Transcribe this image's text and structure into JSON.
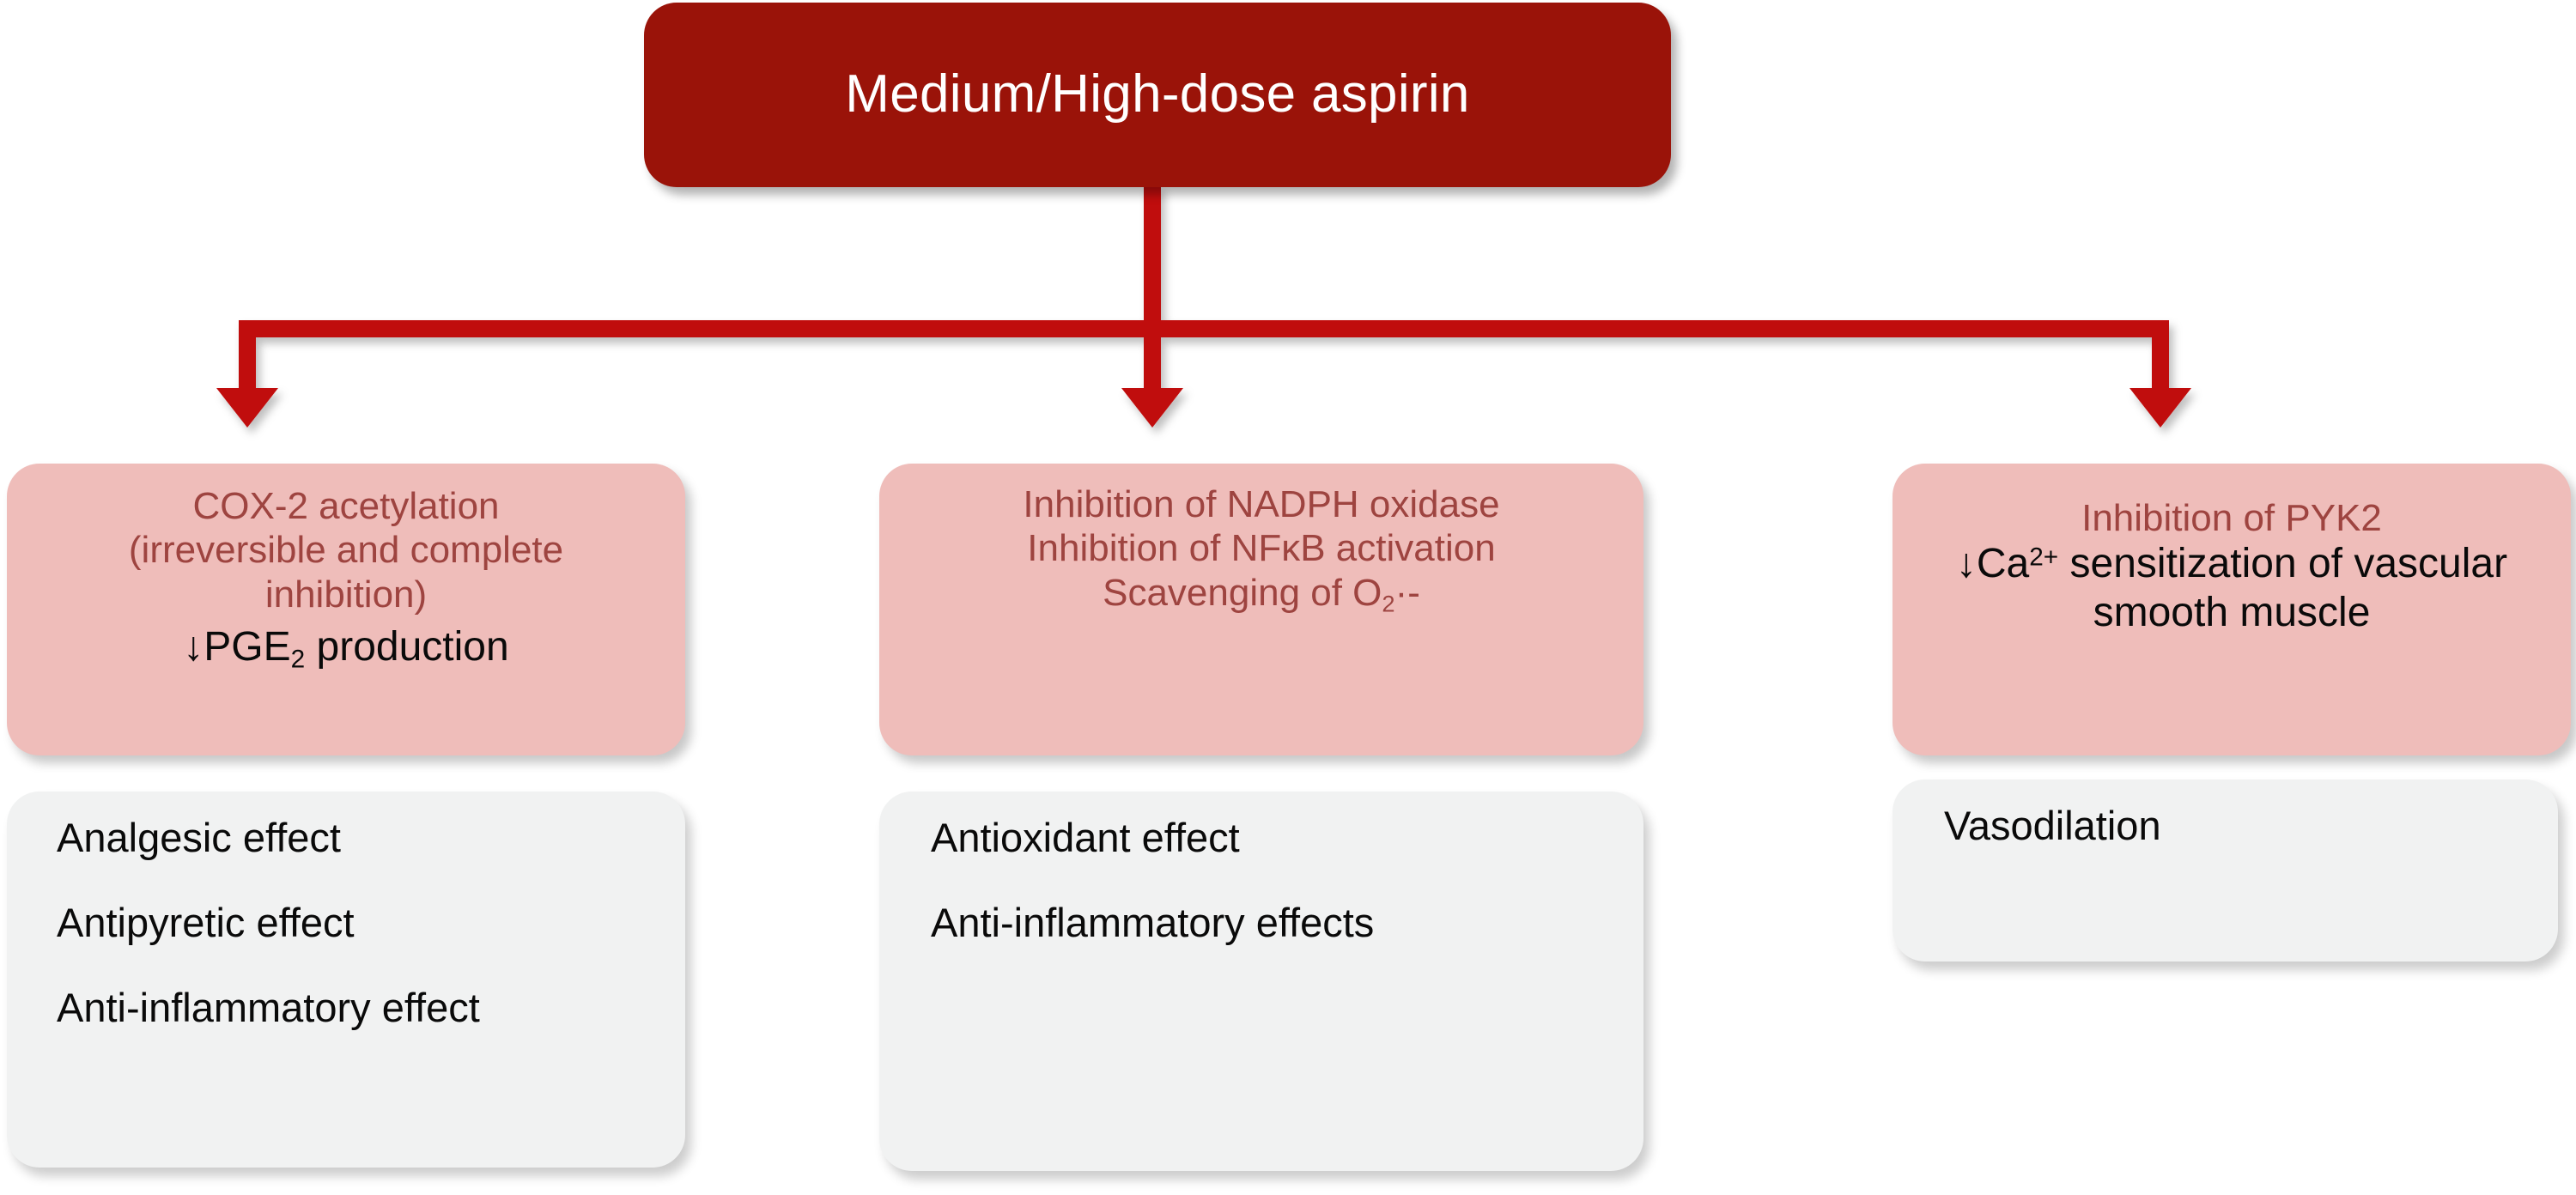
{
  "diagram": {
    "title_node": {
      "label": "Medium/High-dose aspirin",
      "fill": "#9A1309",
      "text_color": "#FFFFFF"
    },
    "connector": {
      "color": "#C00D0D",
      "style": "orthogonal-fork-with-arrowheads",
      "branches": 3
    },
    "mechanism_nodes": [
      {
        "fill": "#EFBDBA",
        "accent_text_color": "#9E4440",
        "lines": [
          {
            "text": "COX-2 acetylation",
            "color": "accent"
          },
          {
            "text": "(irreversible and complete inhibition)",
            "color": "accent"
          },
          {
            "text": "↓PGE",
            "sub": "2",
            "text_after": " production",
            "color": "black"
          }
        ]
      },
      {
        "fill": "#EFBDBA",
        "accent_text_color": "#9E4440",
        "lines": [
          {
            "text": "Inhibition of NADPH oxidase",
            "color": "accent"
          },
          {
            "text": "Inhibition of NFκB activation",
            "color": "accent"
          },
          {
            "text": "Scavenging of O",
            "sub": "2",
            "text_after": "·-",
            "color": "accent"
          }
        ]
      },
      {
        "fill": "#EFBDBA",
        "accent_text_color": "#9E4440",
        "lines": [
          {
            "text": "Inhibition of PYK2",
            "color": "accent"
          },
          {
            "text": "↓Ca",
            "sup": "2+",
            "text_after": " sensitization of vascular smooth muscle",
            "color": "black"
          }
        ]
      }
    ],
    "effect_nodes": [
      {
        "fill": "#F1F2F2",
        "text_color": "#0A0A0A",
        "lines": [
          "Analgesic effect",
          "Antipyretic effect",
          "Anti-inflammatory effect"
        ]
      },
      {
        "fill": "#F1F2F2",
        "text_color": "#0A0A0A",
        "lines": [
          "Antioxidant effect",
          "Anti-inflammatory effects"
        ]
      },
      {
        "fill": "#F1F2F2",
        "text_color": "#0A0A0A",
        "lines": [
          "Vasodilation"
        ]
      }
    ]
  }
}
